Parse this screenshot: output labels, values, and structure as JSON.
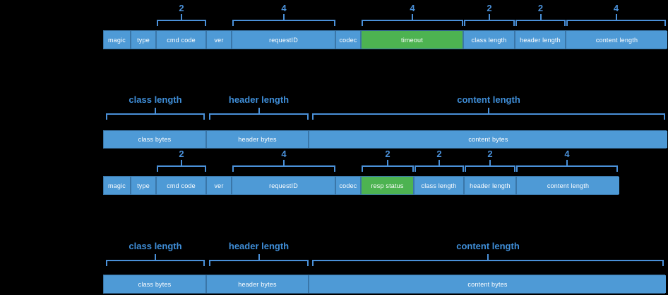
{
  "colors": {
    "background": "#000000",
    "cell_blue": "#4e9ad6",
    "cell_green": "#4db351",
    "cell_border": "#3a76a8",
    "brace_blue": "#4a90d8",
    "section_label_blue": "#3f8ed8",
    "cell_text": "#ffffff"
  },
  "request_header": {
    "fields": [
      "magic",
      "type",
      "cmd code",
      "ver",
      "requestID",
      "codec",
      "timeout",
      "class length",
      "header length",
      "content length"
    ],
    "byte_sizes": [
      "2",
      "4",
      "4",
      "2",
      "2",
      "4"
    ]
  },
  "request_body": {
    "fields": [
      "class bytes",
      "header bytes",
      "content bytes"
    ],
    "length_labels": [
      "class length",
      "header length",
      "content length"
    ]
  },
  "response_header": {
    "fields": [
      "magic",
      "type",
      "cmd code",
      "ver",
      "requestID",
      "codec",
      "resp status",
      "class length",
      "header length",
      "content length"
    ],
    "byte_sizes": [
      "2",
      "4",
      "2",
      "2",
      "2",
      "4"
    ]
  },
  "response_body": {
    "fields": [
      "class bytes",
      "header bytes",
      "content bytes"
    ],
    "length_labels": [
      "class length",
      "header length",
      "content length"
    ]
  }
}
